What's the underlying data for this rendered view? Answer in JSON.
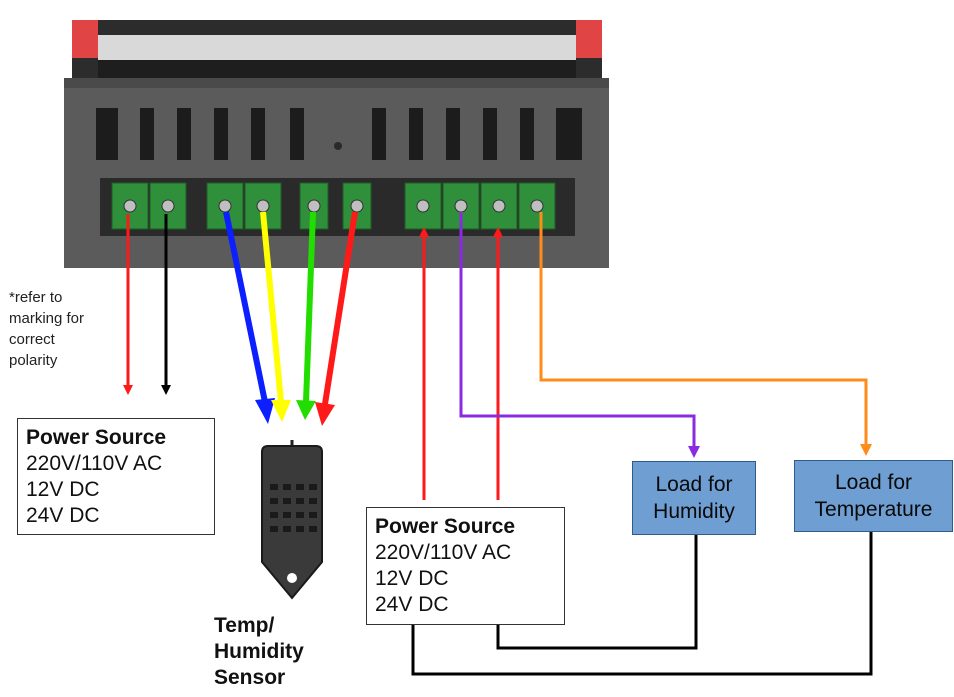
{
  "note": {
    "lines": [
      "*refer to",
      "marking for",
      "correct",
      "polarity"
    ]
  },
  "power_source_left": {
    "title": "Power Source",
    "lines": [
      "220V/110V AC",
      "12V DC",
      "24V DC"
    ]
  },
  "power_source_right": {
    "title": "Power Source",
    "lines": [
      "220V/110V AC",
      "12V DC",
      "24V DC"
    ]
  },
  "load_humidity": {
    "lines": [
      "Load for",
      "Humidity"
    ]
  },
  "load_temperature": {
    "lines": [
      "Load for",
      "Temperature"
    ]
  },
  "sensor_label": {
    "lines": [
      "Temp/",
      "Humidity",
      "Sensor"
    ]
  },
  "colors": {
    "red": "#ff1a1a",
    "black": "#000000",
    "blue": "#0b1fff",
    "yellow": "#ffff00",
    "green": "#22dd00",
    "purple": "#8a2be2",
    "orange": "#ff8c1a",
    "load_fill": "#6f9ed2",
    "terminal_green": "#2f8f3a",
    "controller_gray": "#5b5b5b"
  }
}
